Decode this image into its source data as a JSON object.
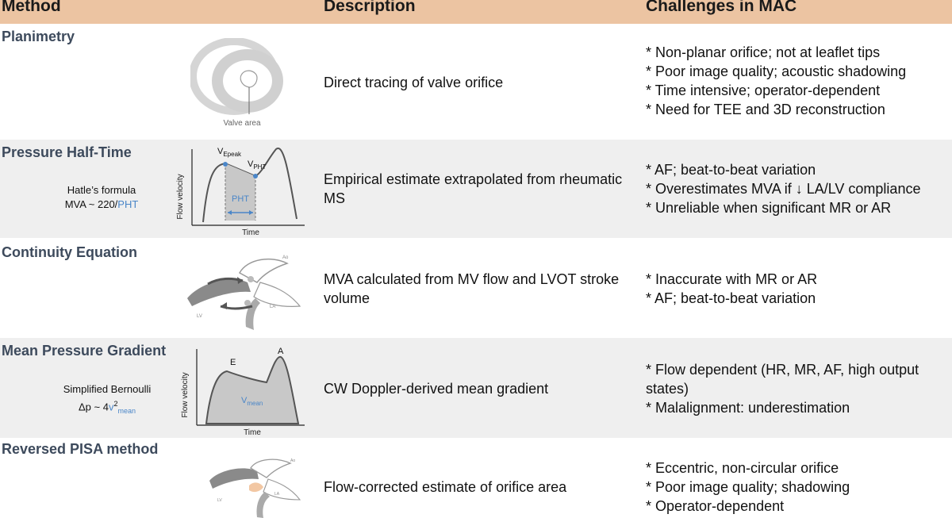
{
  "header": {
    "col_method": "Method",
    "col_description": "Description",
    "col_challenges": "Challenges in MAC"
  },
  "colors": {
    "header_bg": "#ecc4a2",
    "row_shade": "#efefef",
    "method_text": "#3d4a5c",
    "accent_blue": "#4a86c8"
  },
  "rows": [
    {
      "method": "Planimetry",
      "figure_label": "Valve area",
      "description": "Direct tracing of valve orifice",
      "challenges": [
        "* Non-planar orifice; not at leaflet tips",
        "* Poor image quality; acoustic shadowing",
        "* Time intensive; operator-dependent",
        "* Need for TEE and 3D reconstruction"
      ]
    },
    {
      "method": "Pressure Half-Time",
      "formula_name": "Hatle’s formula",
      "formula_prefix": "MVA ~ 220/",
      "formula_var": "PHT",
      "figure": {
        "peak_label": "V",
        "peak_sub": "Epeak",
        "pht_label": "V",
        "pht_sub": "PHT",
        "area_label": "PHT",
        "xlabel": "Time",
        "ylabel": "Flow velocity"
      },
      "description": "Empirical estimate extrapolated from rheumatic MS",
      "challenges": [
        "* AF; beat-to-beat variation",
        "* Overestimates MVA if ↓ LA/LV compliance",
        "* Unreliable when significant MR or AR"
      ]
    },
    {
      "method": "Continuity Equation",
      "figure": {
        "ao": "Ao",
        "lv": "LV",
        "la": "LA"
      },
      "description": "MVA calculated from MV flow and LVOT stroke volume",
      "challenges": [
        "* Inaccurate with MR or AR",
        "* AF; beat-to-beat variation"
      ]
    },
    {
      "method": "Mean Pressure Gradient",
      "formula_name": "Simplified Bernoulli",
      "formula_prefix": "Δp ~ 4",
      "formula_var": "v",
      "formula_sup": "2",
      "formula_sub": "mean",
      "figure": {
        "e": "E",
        "a": "A",
        "area_label": "V",
        "area_sub": "mean",
        "xlabel": "Time",
        "ylabel": "Flow velocity"
      },
      "description": "CW Doppler-derived mean gradient",
      "challenges": [
        "* Flow dependent (HR, MR, AF, high output states)",
        "* Malalignment: underestimation"
      ]
    },
    {
      "method": "Reversed PISA method",
      "figure": {
        "ao": "Ao",
        "lv": "LV",
        "la": "LA"
      },
      "description": "Flow-corrected estimate of orifice area",
      "challenges": [
        "* Eccentric, non-circular orifice",
        "* Poor image quality; shadowing",
        "* Operator-dependent"
      ]
    }
  ]
}
